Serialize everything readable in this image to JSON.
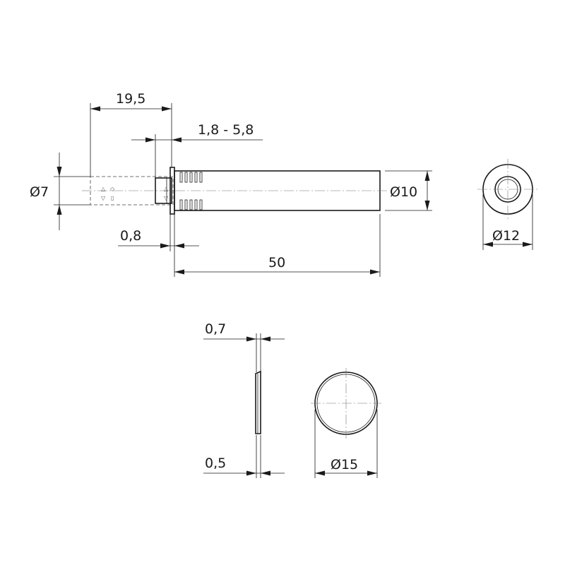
{
  "dimensions": {
    "length_19_5": "19,5",
    "stroke_range": "1,8 - 5,8",
    "dia_7": "Ø7",
    "dia_10": "Ø10",
    "flange_0_8": "0,8",
    "length_50": "50",
    "dia_12": "Ø12",
    "plate_thickness_top": "0,7",
    "plate_thickness_bottom": "0,5",
    "dia_15": "Ø15"
  },
  "tip_symbols": [
    "△",
    "◇",
    "▽",
    "▯"
  ]
}
